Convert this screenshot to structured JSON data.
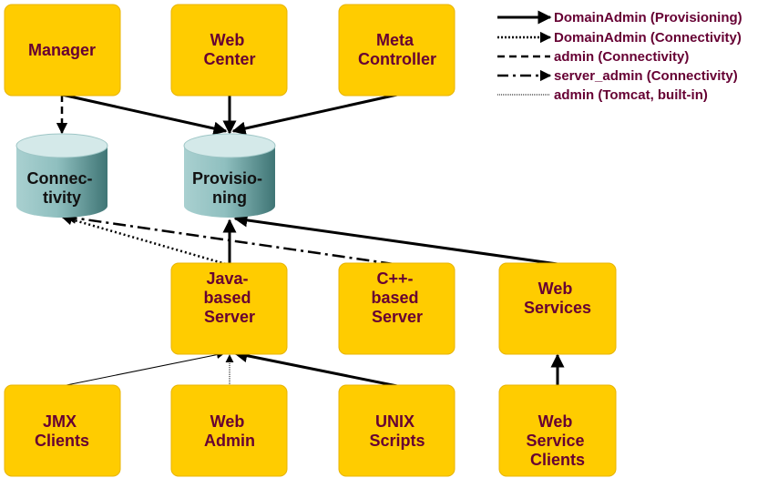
{
  "colors": {
    "box": "#ffcc00",
    "label": "#660033",
    "line": "#000000",
    "cylinder_top": "#cfe5e5",
    "cylinder_side": "#4f8a8a"
  },
  "legend": [
    {
      "label": "DomainAdmin (Provisioning)",
      "style": "solid-thick"
    },
    {
      "label": "DomainAdmin (Connectivity)",
      "style": "dotted"
    },
    {
      "label": "admin (Connectivity)",
      "style": "dashed"
    },
    {
      "label": "server_admin (Connectivity)",
      "style": "dash-dot"
    },
    {
      "label": "admin (Tomcat, built-in)",
      "style": "thin-dotted"
    }
  ],
  "nodes": {
    "manager": {
      "lines": [
        "Manager"
      ]
    },
    "web_center": {
      "lines": [
        "Web",
        "Center"
      ]
    },
    "meta_controller": {
      "lines": [
        "Meta",
        "Controller"
      ]
    },
    "java_server": {
      "lines": [
        "Java-",
        "based",
        "Server"
      ]
    },
    "cpp_server": {
      "lines": [
        "C++-",
        "based",
        "Server"
      ]
    },
    "web_services": {
      "lines": [
        "Web",
        "Services"
      ]
    },
    "jmx_clients": {
      "lines": [
        "JMX",
        "Clients"
      ]
    },
    "web_admin": {
      "lines": [
        "Web",
        "Admin"
      ]
    },
    "unix_scripts": {
      "lines": [
        "UNIX",
        "Scripts"
      ]
    },
    "ws_clients": {
      "lines": [
        "Web",
        "Service",
        "Clients"
      ]
    }
  },
  "databases": {
    "connectivity": {
      "lines": [
        "Connec-",
        "tivity"
      ]
    },
    "provisioning": {
      "lines": [
        "Provisio-",
        "ning"
      ]
    }
  }
}
